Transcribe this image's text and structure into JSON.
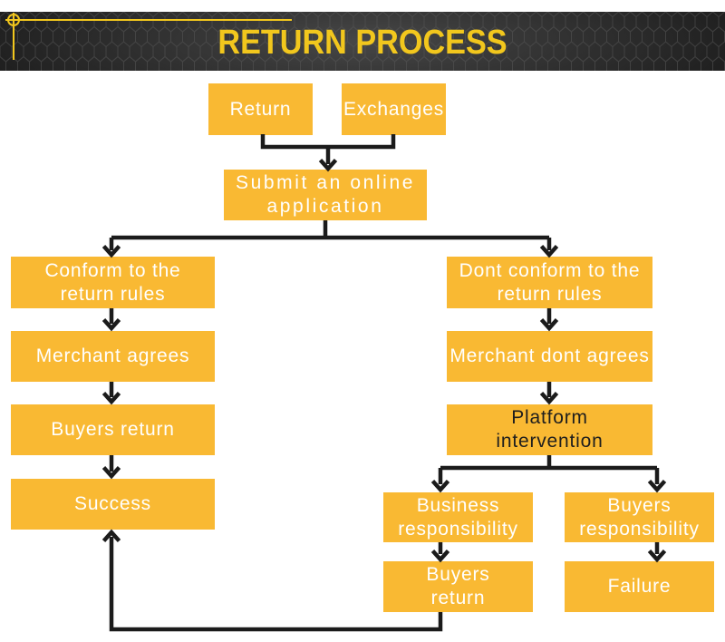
{
  "header": {
    "title": "RETURN PROCESS"
  },
  "colors": {
    "banner_background": "#2E2E2E",
    "banner_hexagon_line": "#555555",
    "title_yellow": "#F2C71D",
    "box_yellow": "#F9B933",
    "box_text_light": "#FFFFFF",
    "box_text_dark": "#1E1E1E",
    "connector_black": "#1B1B1B",
    "page_background": "#FFFFFF"
  },
  "flowchart": {
    "nodes": {
      "return": {
        "lines": [
          "Return"
        ]
      },
      "exchanges": {
        "lines": [
          "Exchanges"
        ]
      },
      "submit_application": {
        "lines": [
          "Submit an online",
          "application"
        ]
      },
      "conform_rules": {
        "lines": [
          "Conform to the",
          "return rules"
        ]
      },
      "merchant_agrees": {
        "lines": [
          "Merchant agrees"
        ]
      },
      "buyers_return": {
        "lines": [
          "Buyers return"
        ]
      },
      "success": {
        "lines": [
          "Success"
        ]
      },
      "dont_conform_rules": {
        "lines": [
          "Dont conform to the",
          "return rules"
        ]
      },
      "merchant_dont_agrees": {
        "lines": [
          "Merchant dont agrees"
        ]
      },
      "platform_intervention": {
        "lines": [
          "Platform",
          "intervention"
        ]
      },
      "business_responsibility": {
        "lines": [
          "Business",
          "responsibility"
        ]
      },
      "buyers_responsibility": {
        "lines": [
          "Buyers",
          "responsibility"
        ]
      },
      "buyers_return_2": {
        "lines": [
          "Buyers",
          "return"
        ]
      },
      "failure": {
        "lines": [
          "Failure"
        ]
      }
    },
    "edges": [
      {
        "from": "return",
        "to": "submit_application"
      },
      {
        "from": "exchanges",
        "to": "submit_application"
      },
      {
        "from": "submit_application",
        "to": "conform_rules"
      },
      {
        "from": "submit_application",
        "to": "dont_conform_rules"
      },
      {
        "from": "conform_rules",
        "to": "merchant_agrees"
      },
      {
        "from": "merchant_agrees",
        "to": "buyers_return"
      },
      {
        "from": "buyers_return",
        "to": "success"
      },
      {
        "from": "dont_conform_rules",
        "to": "merchant_dont_agrees"
      },
      {
        "from": "merchant_dont_agrees",
        "to": "platform_intervention"
      },
      {
        "from": "platform_intervention",
        "to": "business_responsibility"
      },
      {
        "from": "platform_intervention",
        "to": "buyers_responsibility"
      },
      {
        "from": "business_responsibility",
        "to": "buyers_return_2"
      },
      {
        "from": "buyers_responsibility",
        "to": "failure"
      },
      {
        "from": "buyers_return_2",
        "to": "success"
      }
    ]
  }
}
